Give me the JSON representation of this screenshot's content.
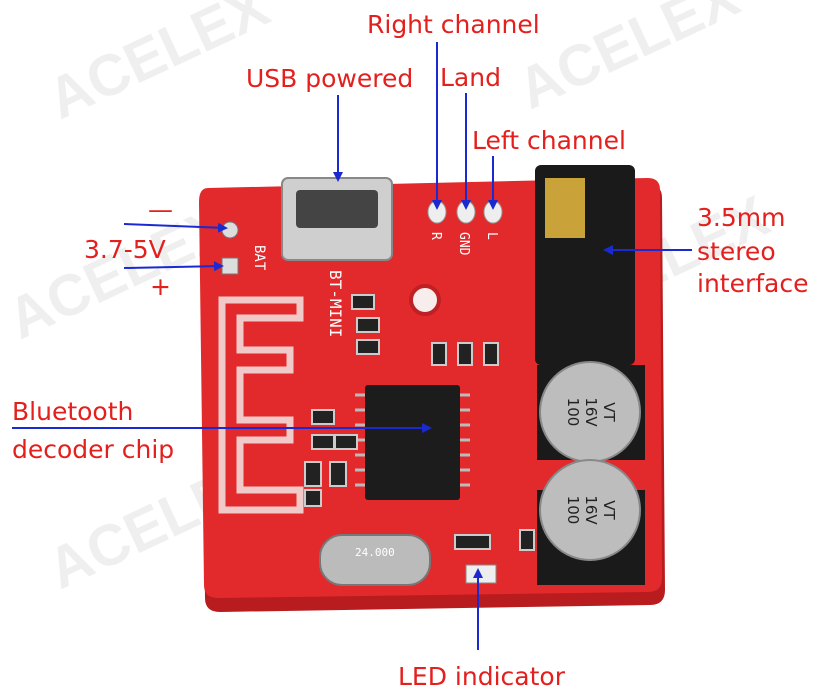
{
  "watermark": "ACELEX",
  "labels": {
    "right_channel": "Right channel",
    "land": "Land",
    "left_channel": "Left channel",
    "usb_powered": "USB powered",
    "minus": "—",
    "voltage": "3.7-5V",
    "plus": "+",
    "jack_line1": "3.5mm",
    "jack_line2": "stereo",
    "jack_line3": "interface",
    "chip_line1": "Bluetooth",
    "chip_line2": "decoder chip",
    "led": "LED indicator"
  },
  "board": {
    "silk_model": "BT-MINI",
    "silk_bat": "BAT",
    "silk_r": "R",
    "silk_gnd": "GND",
    "silk_l": "L",
    "cap_value": "100",
    "cap_voltage": "16V",
    "cap_series": "VT",
    "crystal": "24.000"
  },
  "colors": {
    "label": "#e3201d",
    "arrow": "#1a2ad0",
    "pcb": "#e22a2c"
  }
}
